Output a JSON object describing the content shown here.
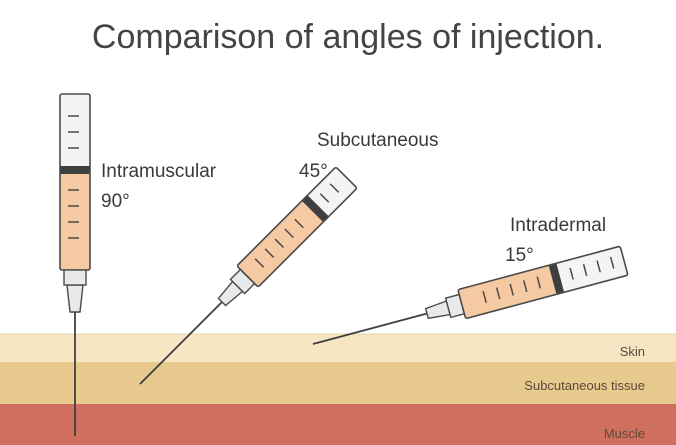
{
  "title": "Comparison of angles of injection.",
  "injections": [
    {
      "name": "Intramuscular",
      "angle_label": "90°",
      "angle_deg": 90
    },
    {
      "name": "Subcutaneous",
      "angle_label": "45°",
      "angle_deg": 45
    },
    {
      "name": "Intradermal",
      "angle_label": "15°",
      "angle_deg": 15
    }
  ],
  "layers": [
    {
      "name": "Skin",
      "color": "#f7e6c4"
    },
    {
      "name": "Subcutaneous tissue",
      "color": "#e8c98e"
    },
    {
      "name": "Muscle",
      "color": "#cf6f5f"
    }
  ],
  "colors": {
    "liquid": "#f5c9a2",
    "barrel_empty": "#f4f4f4",
    "outline": "#4a4a4a"
  }
}
